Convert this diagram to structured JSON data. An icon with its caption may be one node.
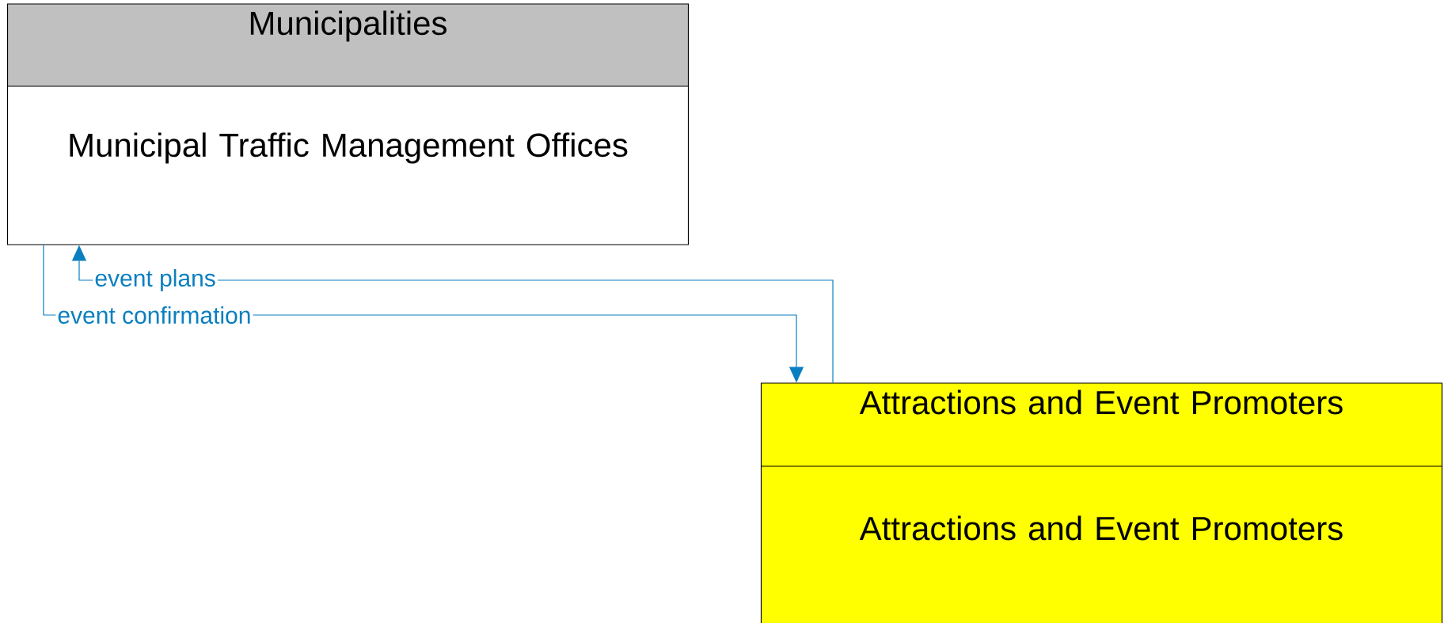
{
  "diagram": {
    "nodes": [
      {
        "text": [
          "Municipalities",
          "Municipal Traffic Management Offices"
        ]
      },
      {
        "text": [
          "Attractions and Event Promoters",
          "Attractions and Event Promoters"
        ]
      }
    ],
    "edges": [
      {
        "from": 1,
        "to": 0,
        "arrow": "to",
        "label": "event plans"
      },
      {
        "from": 0,
        "to": 1,
        "arrow": "to",
        "label": "event confirmation"
      }
    ]
  }
}
